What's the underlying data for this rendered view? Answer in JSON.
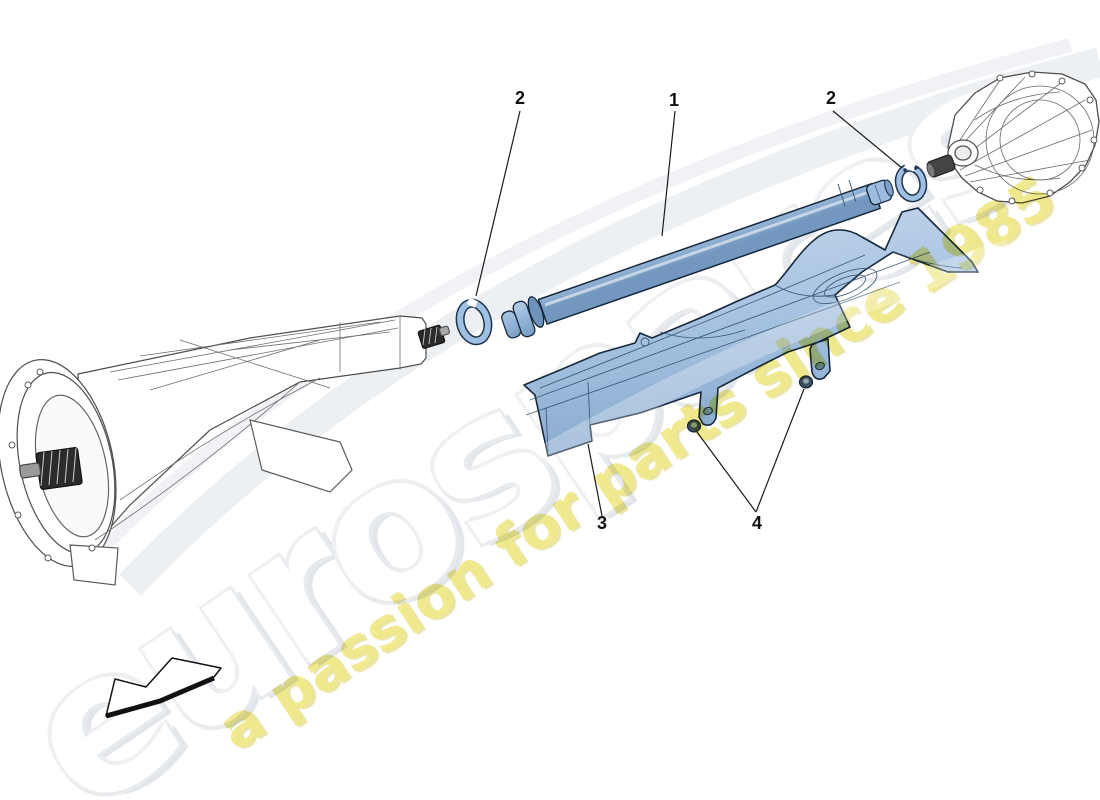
{
  "watermark": {
    "brand": "eurospares",
    "tagline": "a passion for parts since 1985",
    "brand_color": "#ffffff",
    "brand_edge_color": "#e7eaee",
    "tagline_color": "#f0e98c"
  },
  "callouts": [
    {
      "label": "2"
    },
    {
      "label": "1"
    },
    {
      "label": "2"
    },
    {
      "label": "3"
    },
    {
      "label": "4"
    }
  ],
  "colors": {
    "highlight_blue": "#a9c6e6",
    "highlight_blue_dark": "#7d9fc6",
    "highlight_blue_light": "#cdddef",
    "outline_navy": "#16283c",
    "lineart_gray": "#4d4d4d",
    "background": "#ffffff"
  }
}
